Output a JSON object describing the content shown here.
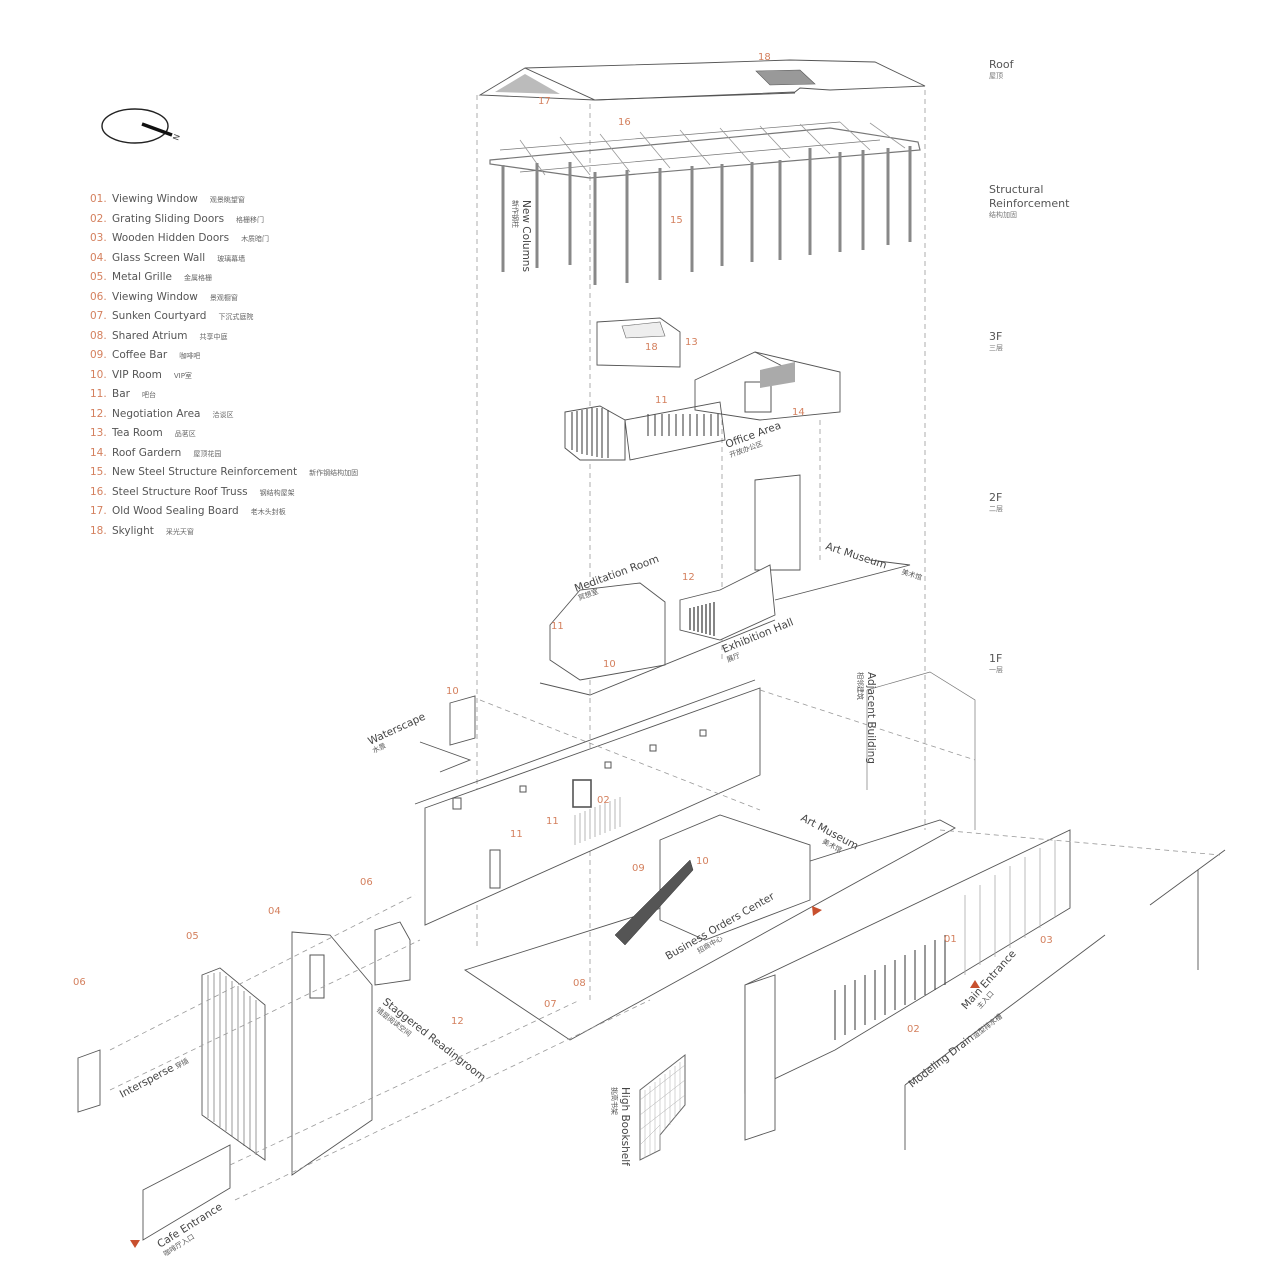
{
  "compass": {
    "label": "N"
  },
  "legend": [
    {
      "num": "01.",
      "en": "Viewing Window",
      "cn": "观景眺望窗"
    },
    {
      "num": "02.",
      "en": "Grating Sliding Doors",
      "cn": "格栅移门"
    },
    {
      "num": "03.",
      "en": "Wooden Hidden Doors",
      "cn": "木质暗门"
    },
    {
      "num": "04.",
      "en": "Glass Screen Wall",
      "cn": "玻璃幕墙"
    },
    {
      "num": "05.",
      "en": "Metal Grille",
      "cn": "金属格栅"
    },
    {
      "num": "06.",
      "en": "Viewing Window",
      "cn": "景观橱窗"
    },
    {
      "num": "07.",
      "en": "Sunken Courtyard",
      "cn": "下沉式庭院"
    },
    {
      "num": "08.",
      "en": "Shared Atrium",
      "cn": "共享中庭"
    },
    {
      "num": "09.",
      "en": "Coffee Bar",
      "cn": "咖啡吧"
    },
    {
      "num": "10.",
      "en": "VIP  Room",
      "cn": "VIP室"
    },
    {
      "num": "11.",
      "en": "Bar",
      "cn": "吧台"
    },
    {
      "num": "12.",
      "en": "Negotiation Area",
      "cn": "洽谈区"
    },
    {
      "num": "13.",
      "en": "Tea Room",
      "cn": "品茗区"
    },
    {
      "num": "14.",
      "en": "Roof Gardern",
      "cn": "屋顶花园"
    },
    {
      "num": "15.",
      "en": "New Steel Structure Reinforcement",
      "cn": "新作钢结构加固"
    },
    {
      "num": "16.",
      "en": "Steel Structure Roof Truss",
      "cn": "钢结构屋架"
    },
    {
      "num": "17.",
      "en": "Old Wood Sealing Board",
      "cn": "老木头封板"
    },
    {
      "num": "18.",
      "en": "Skylight",
      "cn": "采光天窗"
    }
  ],
  "levels": [
    {
      "en": "Roof",
      "cn": "屋顶"
    },
    {
      "en": "Structural Reinforcement",
      "cn": "结构加固"
    },
    {
      "en": "3F",
      "cn": "三层"
    },
    {
      "en": "2F",
      "cn": "二层"
    },
    {
      "en": "1F",
      "cn": "一层"
    }
  ],
  "callouts": {
    "roof": {
      "n17": "17",
      "n18": "18",
      "n16": "16",
      "n15": "15"
    },
    "new_columns": {
      "en": "New Columns",
      "cn": "新作钢柱"
    },
    "f3": {
      "n18": "18",
      "n13": "13",
      "n11": "11",
      "n14": "14",
      "office_en": "Office Area",
      "office_cn": "开放办公区"
    },
    "f2": {
      "meditation_en": "Meditation Room",
      "meditation_cn": "冥想室",
      "n12": "12",
      "n11": "11",
      "n10": "10",
      "exhibition_en": "Exhibition Hall",
      "exhibition_cn": "展厅",
      "artmuseum_en": "Art Museum",
      "artmuseum_cn": "美术馆"
    },
    "f1": {
      "n10a": "10",
      "waterscape_en": "Waterscape",
      "waterscape_cn": "水景",
      "adjacent_en": "Adjacent Building",
      "adjacent_cn": "相邻建筑",
      "n02a": "02",
      "n11a": "11",
      "n11b": "11",
      "artmuseum_en": "Art Museum",
      "artmuseum_cn": "美术馆",
      "n09": "09",
      "n10b": "10",
      "n06a": "06",
      "n04": "04",
      "n05": "05",
      "n06b": "06",
      "business_en": "Business Orders Center",
      "business_cn": "招商中心",
      "n01": "01",
      "n03": "03",
      "n08": "08",
      "n07": "07",
      "n12": "12",
      "n02b": "02",
      "staggered_en": "Staggered Readingroom",
      "staggered_cn": "错层阅读空间",
      "main_en": "Main Entrance",
      "main_cn": "主入口",
      "drain_en": "Modeling Drain",
      "drain_cn": "造型排水槽",
      "intersperse_en": "Intersperse",
      "intersperse_cn": "穿插",
      "bookshelf_en": "High Bookshelf",
      "bookshelf_cn": "挑高书架",
      "cafe_en": "Cafe Entrance",
      "cafe_cn": "咖啡厅入口"
    }
  },
  "colors": {
    "accent": "#d4805e",
    "line": "#555555",
    "entrance_arrow": "#c8502e"
  }
}
